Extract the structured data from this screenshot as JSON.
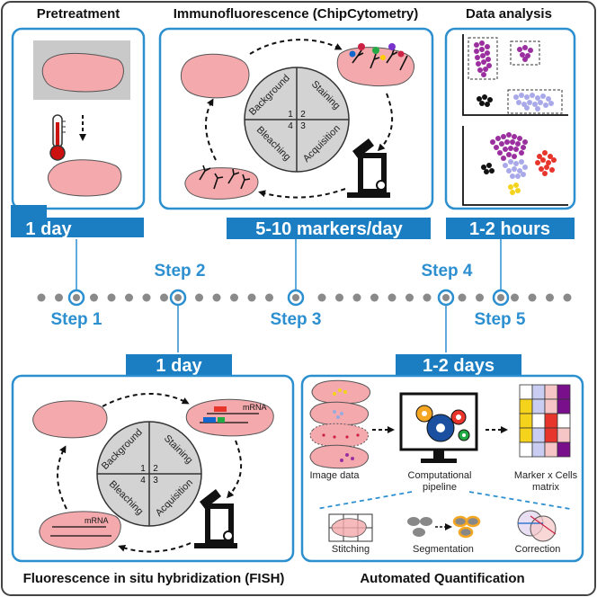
{
  "panels": {
    "pretreatment": {
      "title": "Pretreatment",
      "duration": "1 day"
    },
    "immunofluorescence": {
      "title": "Immunofluorescence (ChipCytometry)",
      "duration": "5-10 markers/day",
      "phases": [
        "Background",
        "Staining",
        "Bleaching",
        "Acquisition"
      ],
      "numbers": [
        "1",
        "2",
        "4",
        "3"
      ]
    },
    "data_analysis": {
      "title": "Data analysis",
      "duration": "1-2 hours"
    },
    "fish": {
      "title": "Fluorescence in situ hybridization (FISH)",
      "duration": "1 day",
      "phases": [
        "Background",
        "Staining",
        "Bleaching",
        "Acquisition"
      ],
      "numbers": [
        "1",
        "2",
        "4",
        "3"
      ],
      "mrna_label_top": "mRNA",
      "mrna_label_bottom": "mRNA"
    },
    "automated_quantification": {
      "title": "Automated Quantification",
      "duration": "1-2 days",
      "labels": {
        "image_data": "Image data",
        "pipeline_line1": "Computational",
        "pipeline_line2": "pipeline",
        "matrix_line1": "Marker x Cells",
        "matrix_line2": "matrix",
        "stitching": "Stitching",
        "segmentation": "Segmentation",
        "correction": "Correction"
      }
    }
  },
  "timeline": {
    "steps": [
      "Step 1",
      "Step 2",
      "Step 3",
      "Step 4",
      "Step 5"
    ]
  },
  "colors": {
    "accent": "#2c8fd0",
    "tab": "#1b7ec2",
    "tissue": "#f4a9ad",
    "dots": "#8a8a8a"
  }
}
